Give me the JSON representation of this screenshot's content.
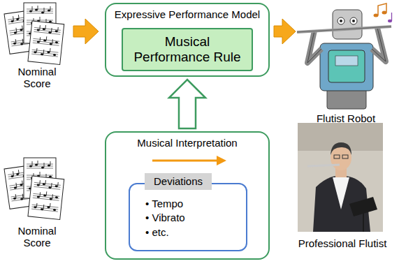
{
  "diagram": {
    "nodes": [
      {
        "text": [
          "Expressive Performance Model"
        ]
      },
      {
        "text": [
          "Musical Performance Rule"
        ],
        "in": 0
      },
      {
        "text": [
          "Musical Interpretation"
        ]
      },
      {
        "text": [
          "Deviations"
        ],
        "in": 2
      },
      {
        "text": [
          "• Tempo",
          "• Vibrato",
          "• etc."
        ],
        "in": 2
      }
    ],
    "edges": [
      {
        "from": 2,
        "to": 0,
        "arrow": "to"
      }
    ],
    "labels": [
      "Nominal Score",
      "Flutist Robot",
      "Nominal Score",
      "Professional Flutist"
    ]
  }
}
